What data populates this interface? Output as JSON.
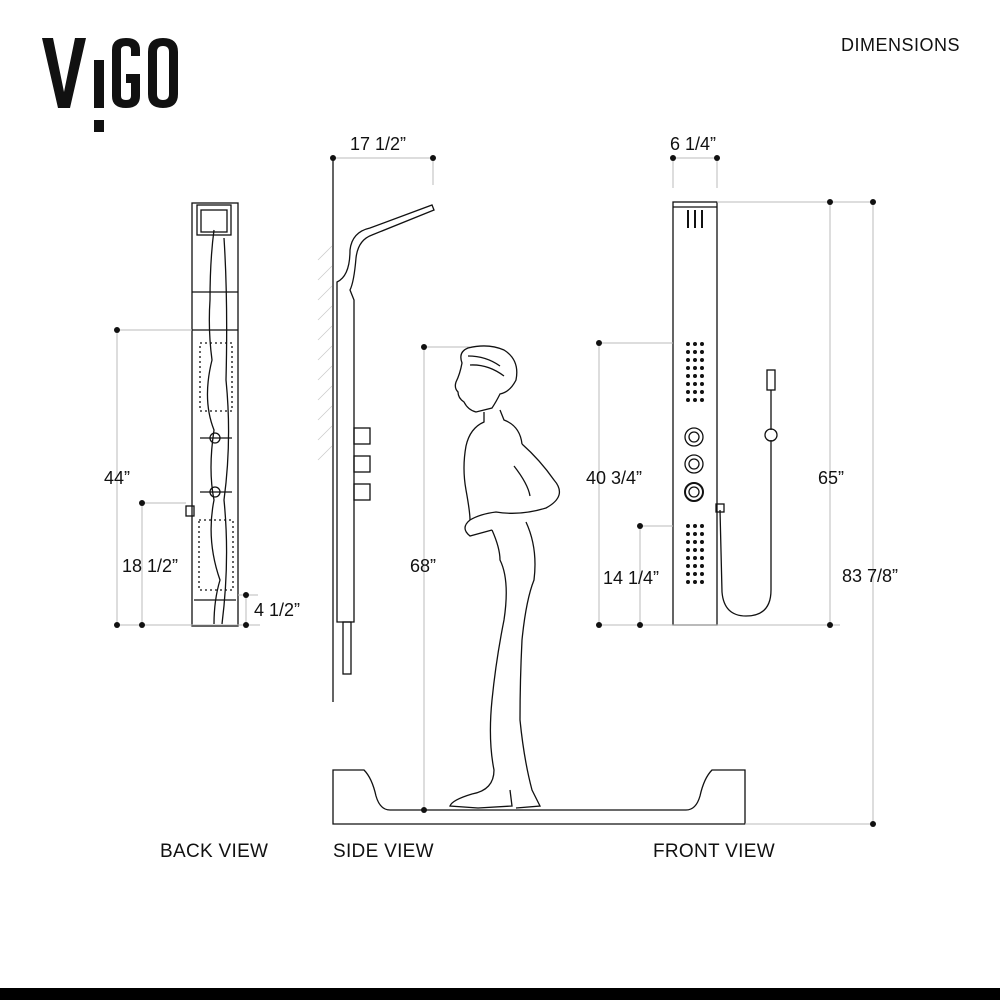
{
  "brand": {
    "logo_text": "VIGO"
  },
  "header": {
    "title": "DIMENSIONS"
  },
  "views": {
    "back": "BACK VIEW",
    "side": "SIDE VIEW",
    "front": "FRONT VIEW"
  },
  "dimensions": {
    "back_total": "44”",
    "back_lower": "18 1/2”",
    "back_bottom": "4 1/2”",
    "side_depth": "17 1/2”",
    "person_height": "68”",
    "front_width": "6 1/4”",
    "front_upper": "40 3/4”",
    "front_lower": "14 1/4”",
    "front_panel": "65”",
    "front_overall": "83 7/8”"
  }
}
